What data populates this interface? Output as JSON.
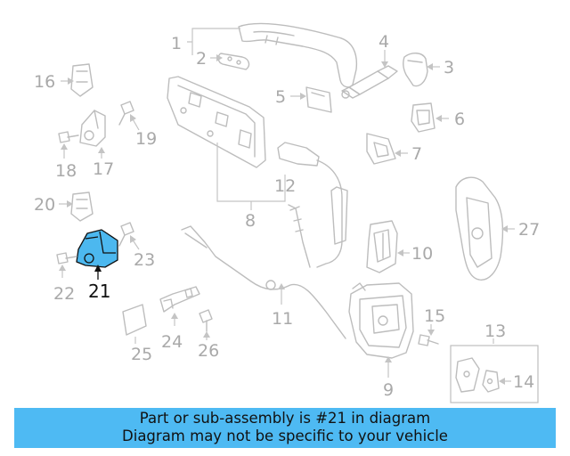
{
  "diagram": {
    "part_numbers": [
      "1",
      "2",
      "3",
      "4",
      "5",
      "6",
      "7",
      "8",
      "9",
      "10",
      "11",
      "12",
      "13",
      "14",
      "15",
      "16",
      "17",
      "18",
      "19",
      "20",
      "21",
      "22",
      "23",
      "24",
      "25",
      "26",
      "27"
    ],
    "highlighted_part": "21",
    "highlight_color": "#4cb8ef",
    "label_color": "#a9a9a9"
  },
  "banner": {
    "line1": "Part or sub-assembly is #21 in diagram",
    "line2": "Diagram may not be specific to your vehicle",
    "background": "#4ebaf3"
  }
}
